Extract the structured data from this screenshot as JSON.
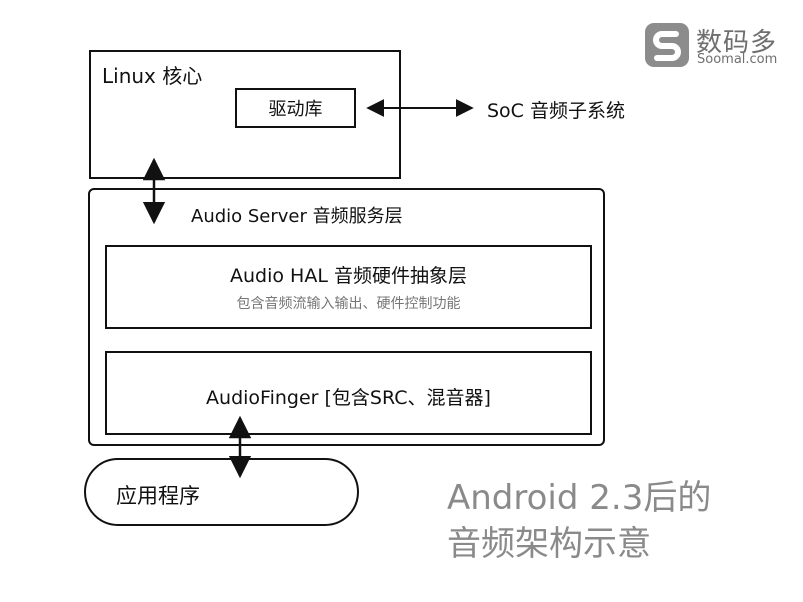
{
  "watermark": {
    "brand": "数码多",
    "domain": "Soomal.com"
  },
  "linux": {
    "title": "Linux 核心",
    "driver": "驱动库"
  },
  "soc": {
    "label": "SoC 音频子系统"
  },
  "audio_server": {
    "title": "Audio Server 音频服务层",
    "hal": {
      "title": "Audio HAL 音频硬件抽象层",
      "description": "包含音频流输入输出、硬件控制功能"
    },
    "flinger": {
      "title": "AudioFinger [包含SRC、混音器]"
    }
  },
  "app": {
    "label": "应用程序"
  },
  "caption": {
    "line1": "Android 2.3后的",
    "line2": "音频架构示意"
  }
}
